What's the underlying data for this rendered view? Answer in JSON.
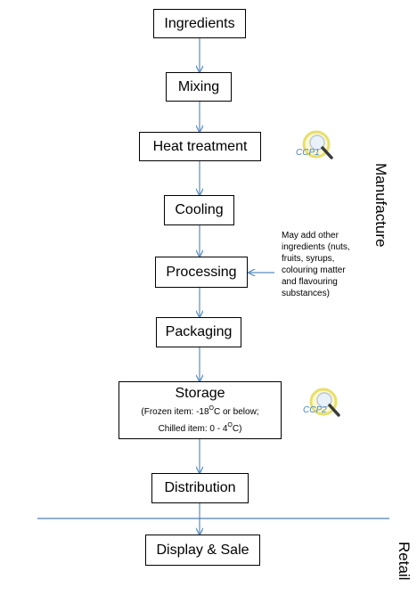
{
  "steps": {
    "ingredients": "Ingredients",
    "mixing": "Mixing",
    "heat_treatment": "Heat treatment",
    "cooling": "Cooling",
    "processing": "Processing",
    "packaging": "Packaging",
    "storage": {
      "title": "Storage",
      "frozen_prefix": "(Frozen item: -18",
      "frozen_suffix": "C or below;",
      "chilled_prefix": "Chilled item: 0 - 4",
      "chilled_suffix": "C)",
      "degree_symbol": "O"
    },
    "distribution": "Distribution",
    "display_sale": "Display & Sale"
  },
  "processing_note": {
    "lines": [
      "May add other",
      "ingredients (nuts,",
      "fruits, syrups,",
      "colouring matter",
      "and flavouring",
      "substances)"
    ]
  },
  "ccp_badges": {
    "ccp1": "CCP1",
    "ccp2": "CCP2"
  },
  "side_labels": {
    "manufacture": "Manufacture",
    "retail": "Retail"
  },
  "colors": {
    "connector": "#5b8dc0",
    "divider": "#4f7fb0",
    "badge_ring": "#e8df6e",
    "badge_text": "#4a86c8"
  }
}
